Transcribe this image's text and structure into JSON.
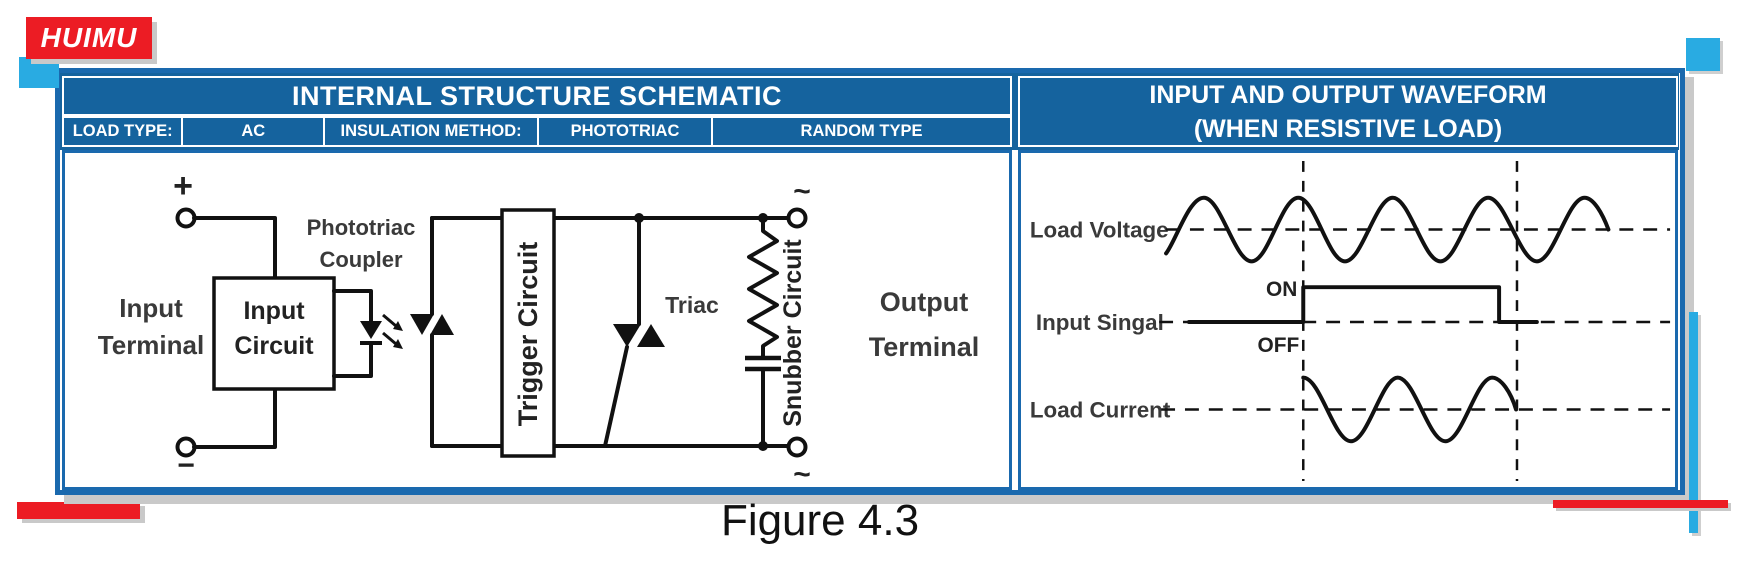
{
  "logo": {
    "text": "HUIMU"
  },
  "header": {
    "left_title": "INTERNAL STRUCTURE SCHEMATIC",
    "right_title_line1": "INPUT AND OUTPUT WAVEFORM",
    "right_title_line2": "(WHEN RESISTIVE LOAD)",
    "spec_cells": [
      {
        "label": "LOAD TYPE:"
      },
      {
        "label": "AC"
      },
      {
        "label": "INSULATION METHOD:"
      },
      {
        "label": "PHOTOTRIAC"
      },
      {
        "label": "RANDOM TYPE"
      }
    ]
  },
  "schematic": {
    "plus_sign": "+",
    "minus_sign": "−",
    "tilde_top": "~",
    "tilde_bottom": "~",
    "input_terminal": [
      "Input",
      "Terminal"
    ],
    "input_circuit": [
      "Input",
      "Circuit"
    ],
    "phototriac_coupler": [
      "Phototriac",
      "Coupler"
    ],
    "trigger_circuit": "Trigger Circuit",
    "triac_label": "Triac",
    "snubber_circuit": "Snubber Circuit",
    "output_terminal": [
      "Output",
      "Terminal"
    ]
  },
  "waveform": {
    "load_voltage_label": "Load Voltage",
    "input_signal_label": "Input Singal",
    "load_current_label": "Load Current",
    "on_label": "ON",
    "off_label": "OFF"
  },
  "caption": "Figure 4.3",
  "colors": {
    "header_blue": "#15639e",
    "border_blue": "#1a69ae",
    "accent_light_blue": "#29abe2",
    "accent_red": "#ec1c24",
    "line_black": "#111111"
  }
}
